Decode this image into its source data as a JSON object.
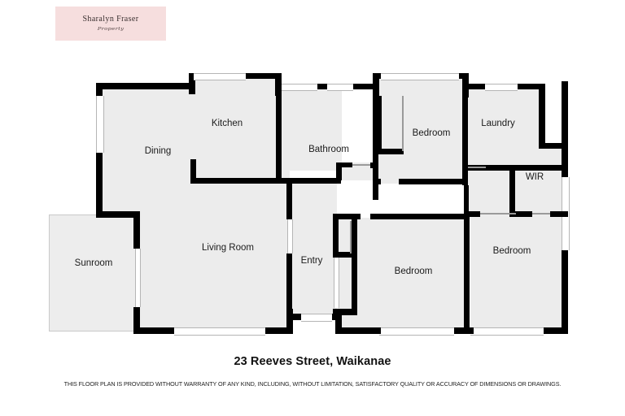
{
  "logo": {
    "name": "Sharalyn Fraser",
    "script": "Property",
    "background": "#f6dede"
  },
  "caption": {
    "title": "23 Reeves Street, Waikanae",
    "disclaimer": "THIS FLOOR PLAN IS PROVIDED WITHOUT WARRANTY OF ANY KIND, INCLUDING, WITHOUT LIMITATION,  SATISFACTORY QUALITY OR ACCURACY OF DIMENSIONS OR DRAWINGS."
  },
  "plan": {
    "wall_color": "#000000",
    "room_fill": "#ececec",
    "rooms": [
      {
        "key": "dining",
        "label": "Dining"
      },
      {
        "key": "kitchen",
        "label": "Kitchen"
      },
      {
        "key": "bathroom",
        "label": "Bathroom"
      },
      {
        "key": "bedroom_top",
        "label": "Bedroom"
      },
      {
        "key": "laundry",
        "label": "Laundry"
      },
      {
        "key": "wir",
        "label": "WIR"
      },
      {
        "key": "sunroom",
        "label": "Sunroom"
      },
      {
        "key": "living",
        "label": "Living Room"
      },
      {
        "key": "entry",
        "label": "Entry"
      },
      {
        "key": "bedroom_mid",
        "label": "Bedroom"
      },
      {
        "key": "bedroom_right",
        "label": "Bedroom"
      }
    ]
  }
}
